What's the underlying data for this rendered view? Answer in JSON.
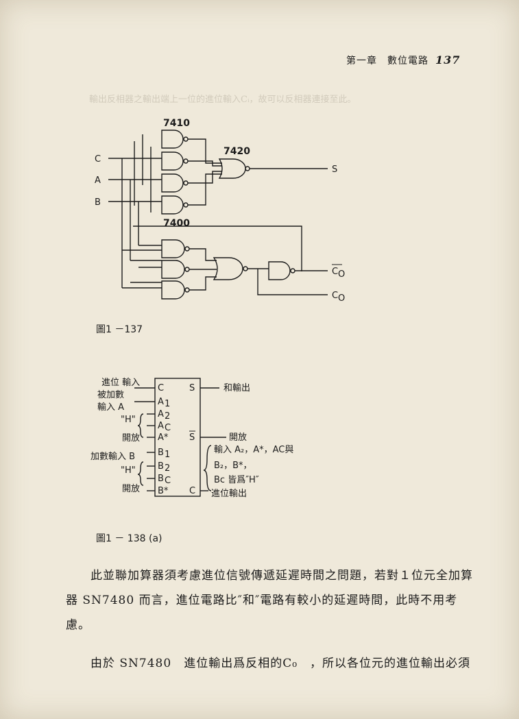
{
  "header": {
    "chapter": "第一章　數位電路",
    "page_number": "137"
  },
  "ghost_text": "輸出反相器之輸出端上一位的進位輸入Cᵢ，故可以反相器連接至此。",
  "figure1": {
    "gate_labels": {
      "g7410": "7410",
      "g7420": "7420",
      "g7400": "7400"
    },
    "inputs": {
      "c": "C",
      "a": "A",
      "b": "B"
    },
    "outputs": {
      "s": "S",
      "co_bar": "C",
      "co": "C",
      "sub": "O"
    },
    "caption": "圖1 －137"
  },
  "figure2": {
    "pins_left": [
      "C",
      "A",
      "A",
      "A",
      "A*",
      "B",
      "B",
      "B",
      "B*"
    ],
    "pin_subs": [
      "",
      "1",
      "2",
      "C",
      "",
      "1",
      "2",
      "C",
      ""
    ],
    "pins_right": [
      "S",
      "S",
      "C"
    ],
    "labels_left": {
      "carry_in": "進位 輸入",
      "addend": "被加數",
      "input_a": "輸入 A",
      "h1": "\"H\"",
      "open1": "開放",
      "add_input_b": "加數輸入 B",
      "h2": "\"H\"",
      "open2": "開放"
    },
    "labels_right": {
      "sum_out": "和輸出",
      "open": "開放",
      "note1": "輸入 A₂，A*，AC與",
      "note2": "B₂，B*，",
      "note3": "Bc 皆爲″H″",
      "carry_out": "進位輸出"
    },
    "caption": "圖1 － 138  (a)"
  },
  "paragraphs": [
    "此並聯加算器須考慮進位信號傳遞延遲時間之問題，若對１位元全加算器 SN7480 而言，進位電路比″和″電路有較小的延遲時間，此時不用考慮。",
    "由於 SN7480　進位輸出爲反相的C₀　，所以各位元的進位輸出必須"
  ]
}
